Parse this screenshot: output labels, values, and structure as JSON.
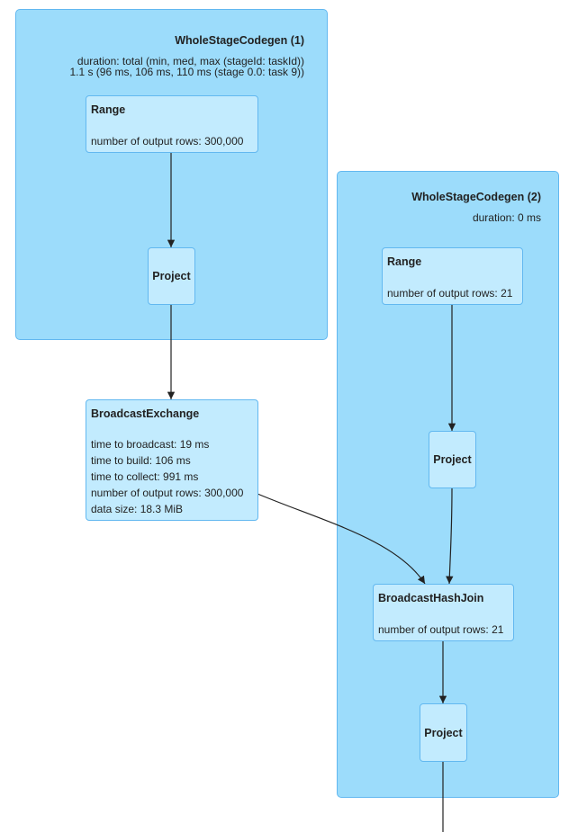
{
  "cluster1": {
    "title": "WholeStageCodegen (1)",
    "duration_line1": "duration: total (min, med, max (stageId: taskId))",
    "duration_line2": "1.1 s (96 ms, 106 ms, 110 ms (stage 0.0: task 9))"
  },
  "cluster2": {
    "title": "WholeStageCodegen (2)",
    "duration": "duration: 0 ms"
  },
  "nodes": {
    "range1": {
      "title": "Range",
      "metrics": [
        "number of output rows: 300,000"
      ]
    },
    "project1": {
      "title": "Project"
    },
    "broadcast_exchange": {
      "title": "BroadcastExchange",
      "metrics": [
        "time to broadcast: 19 ms",
        "time to build: 106 ms",
        "time to collect: 991 ms",
        "number of output rows: 300,000",
        "data size: 18.3 MiB"
      ]
    },
    "range2": {
      "title": "Range",
      "metrics": [
        "number of output rows: 21"
      ]
    },
    "project2": {
      "title": "Project"
    },
    "hash_join": {
      "title": "BroadcastHashJoin",
      "metrics": [
        "number of output rows: 21"
      ]
    },
    "project3": {
      "title": "Project"
    }
  },
  "colors": {
    "cluster_fill": "#9cdcfb",
    "node_fill": "#c2ebfe",
    "border": "#62b8f0",
    "edge": "#222222"
  }
}
